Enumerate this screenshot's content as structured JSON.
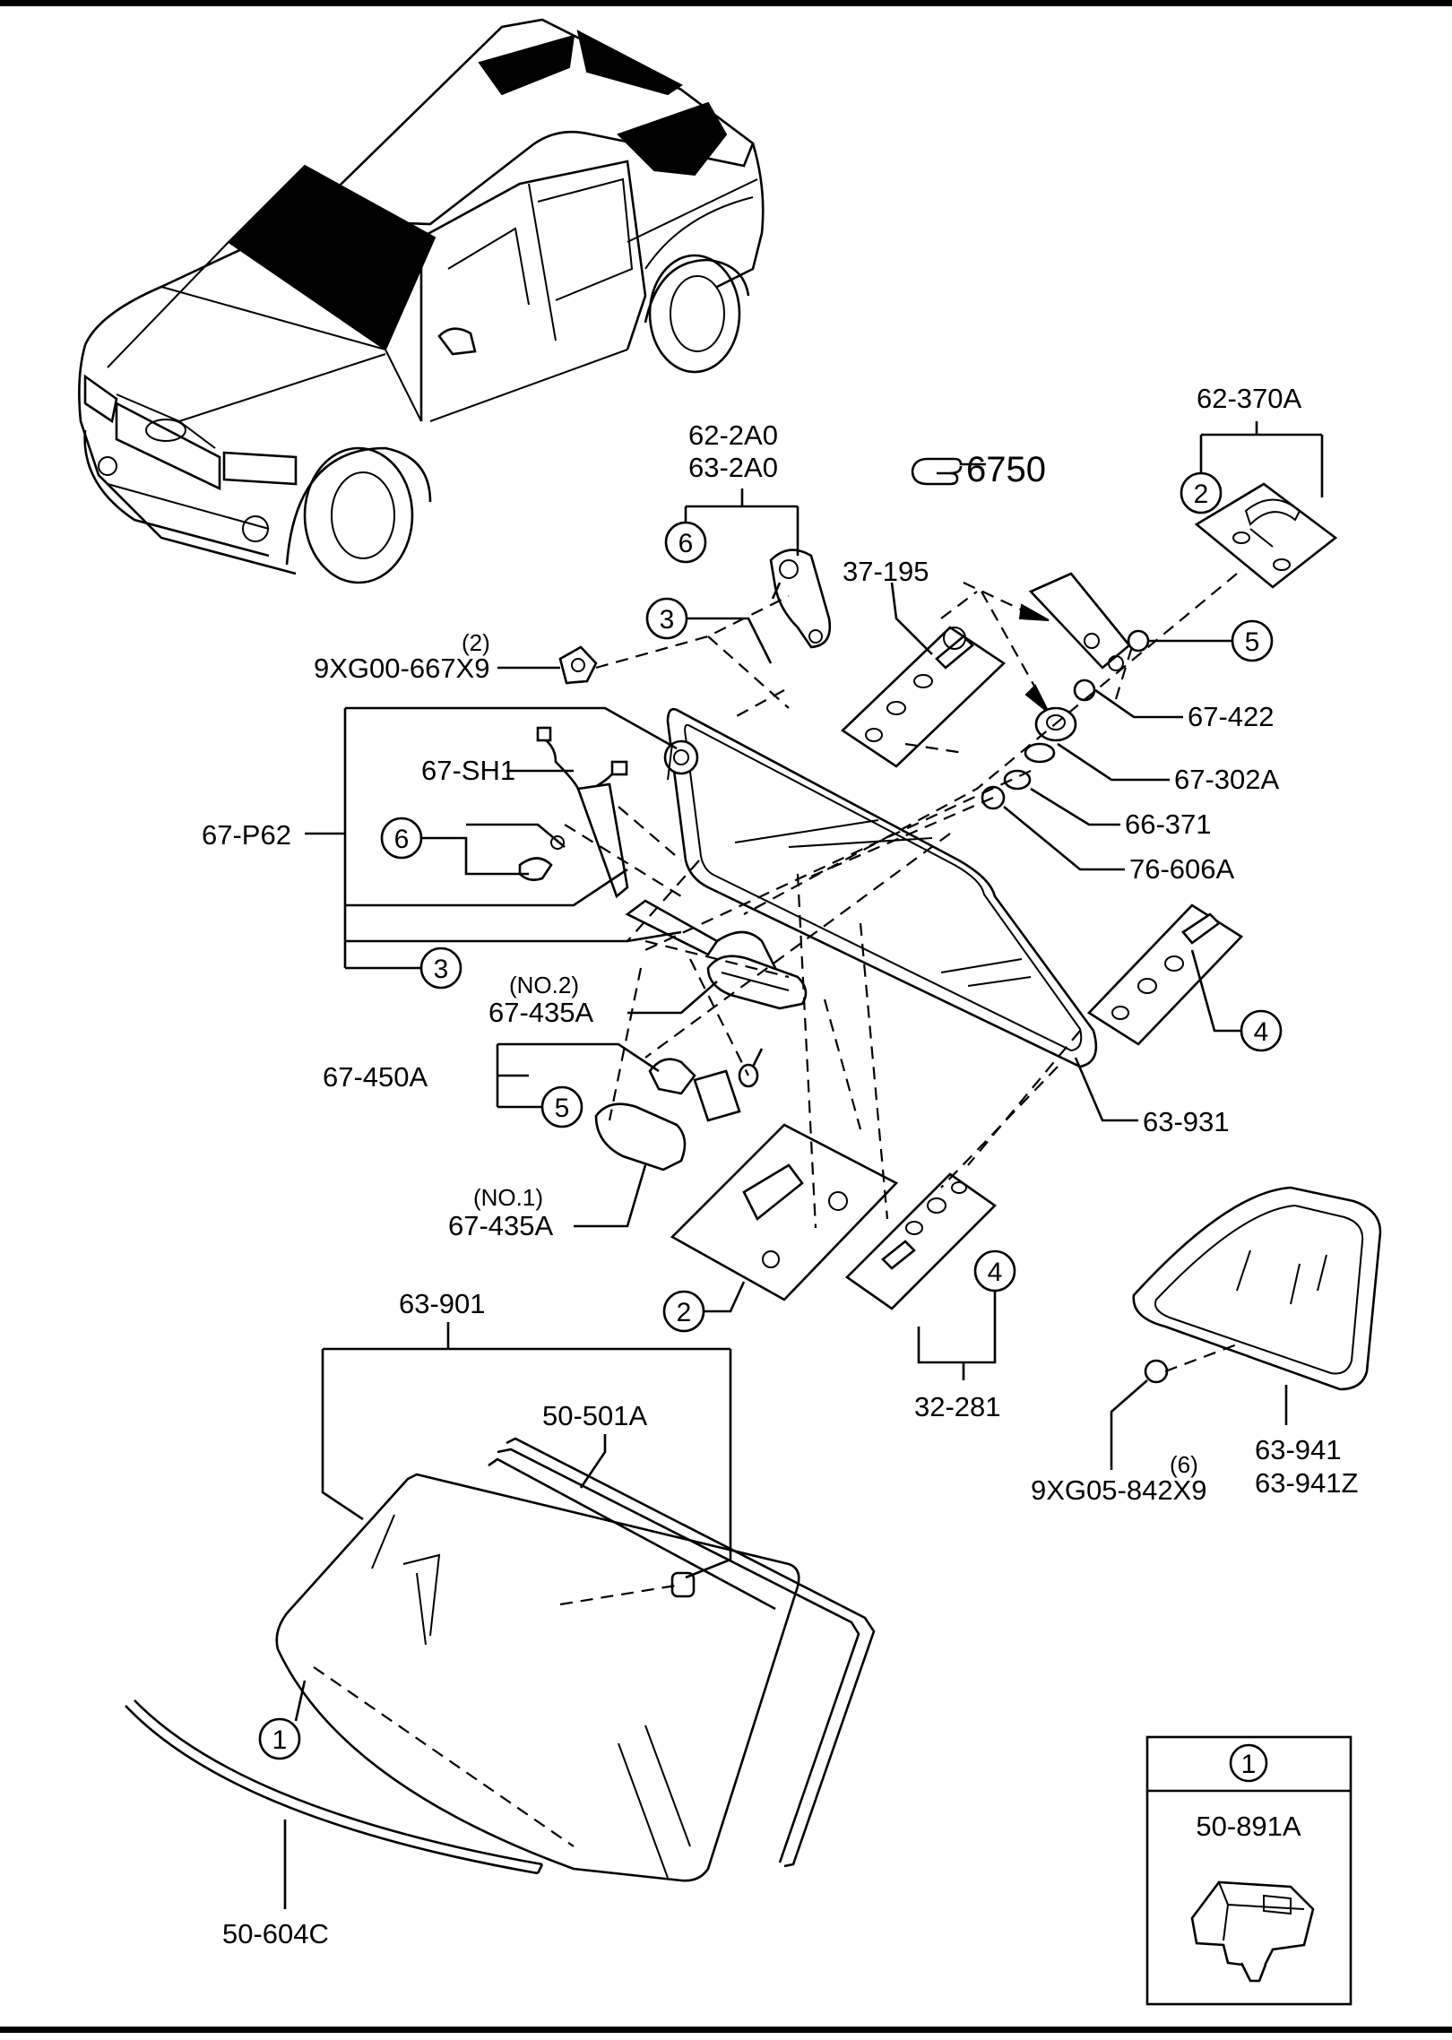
{
  "diagram": {
    "callouts": {
      "c_62_370A": "62-370A",
      "c_62_2A0": "62-2A0",
      "c_63_2A0": "63-2A0",
      "c_6750": "6750",
      "c_37_195": "37-195",
      "c_qty2": "(2)",
      "c_9XG00": "9XG00-667X9",
      "c_67_SH1": "67-SH1",
      "c_67_P62": "67-P62",
      "c_67_422": "67-422",
      "c_67_302A": "67-302A",
      "c_66_371": "66-371",
      "c_76_606A": "76-606A",
      "c_no2": "(NO.2)",
      "c_67_435A_2": "67-435A",
      "c_67_450A": "67-450A",
      "c_63_931": "63-931",
      "c_no1": "(NO.1)",
      "c_67_435A_1": "67-435A",
      "c_63_901": "63-901",
      "c_50_501A": "50-501A",
      "c_32_281": "32-281",
      "c_63_941": "63-941",
      "c_63_941Z": "63-941Z",
      "c_qty6": "(6)",
      "c_9XG05": "9XG05-842X9",
      "c_50_604C": "50-604C",
      "c_50_891A": "50-891A"
    },
    "circled_refs": {
      "r2_top": "2",
      "r6_top": "6",
      "r3_top": "3",
      "r5_right": "5",
      "r6_left": "6",
      "r3_left": "3",
      "r4_right": "4",
      "r5_left": "5",
      "r2_bottom": "2",
      "r4_bottom": "4",
      "r1_windshield": "1",
      "r1_inset": "1"
    },
    "icons": {
      "reference_pointer": "pointing-hand-icon"
    }
  }
}
